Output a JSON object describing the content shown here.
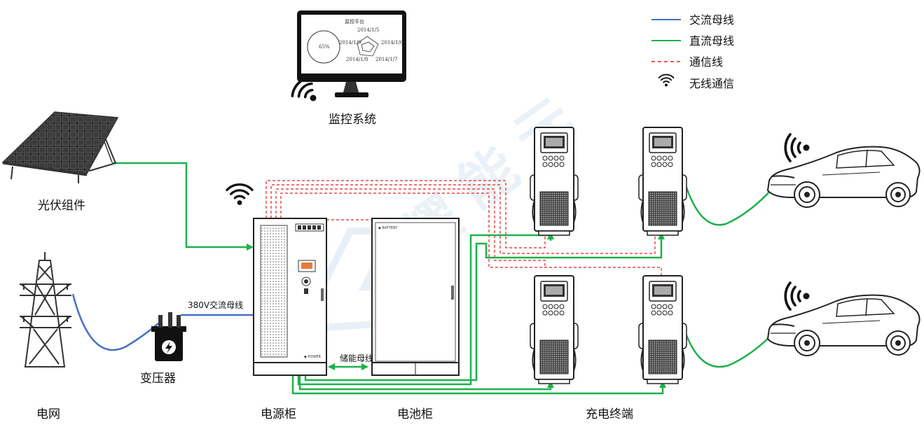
{
  "monitor": {
    "screen_title": "监控平台",
    "percent": "65%",
    "dates": [
      "2014/1/5",
      "2014/1/9",
      "2014/1/6",
      "2014/1/8",
      "2014/1/7"
    ]
  },
  "legend": {
    "ac_bus": "交流母线",
    "dc_bus": "直流母线",
    "comm_line": "通信线",
    "wireless": "无线通信"
  },
  "labels": {
    "monitoring_system": "监控系统",
    "pv_modules": "光伏组件",
    "grid": "电网",
    "transformer": "变压器",
    "ac_bus_380v": "380V交流母线",
    "storage_bus": "储能母线",
    "power_cabinet": "电源柜",
    "battery_cabinet": "电池柜",
    "charging_terminal": "充电终端"
  },
  "colors": {
    "ac_bus": "#4472C4",
    "dc_bus": "#1DB14B",
    "comm_line": "#E02020",
    "watermark": "#C9D8EE"
  }
}
